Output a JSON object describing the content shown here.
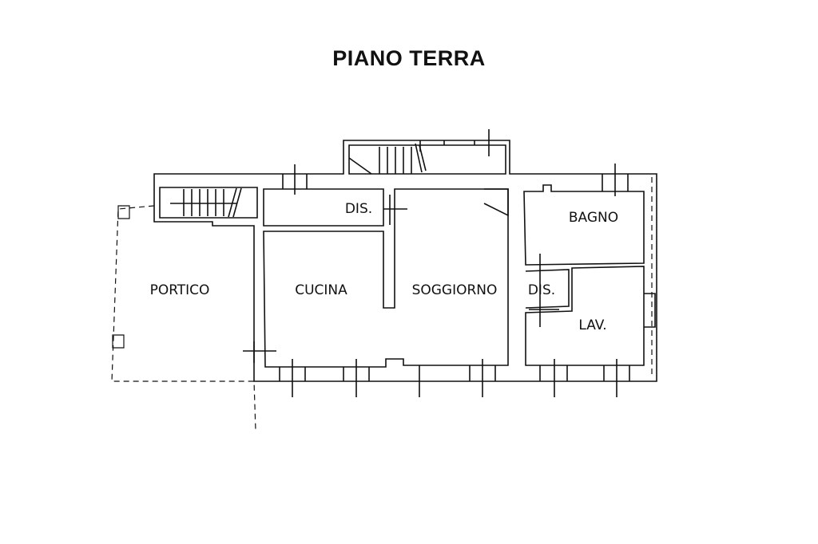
{
  "title": "PIANO TERRA",
  "rooms": {
    "portico": "PORTICO",
    "cucina": "CUCINA",
    "soggiorno": "SOGGIORNO",
    "dis_upper": "DIS.",
    "dis_lower": "DIS.",
    "bagno": "BAGNO",
    "lav": "LAV."
  },
  "colors": {
    "line": "#111111",
    "background": "#ffffff"
  }
}
